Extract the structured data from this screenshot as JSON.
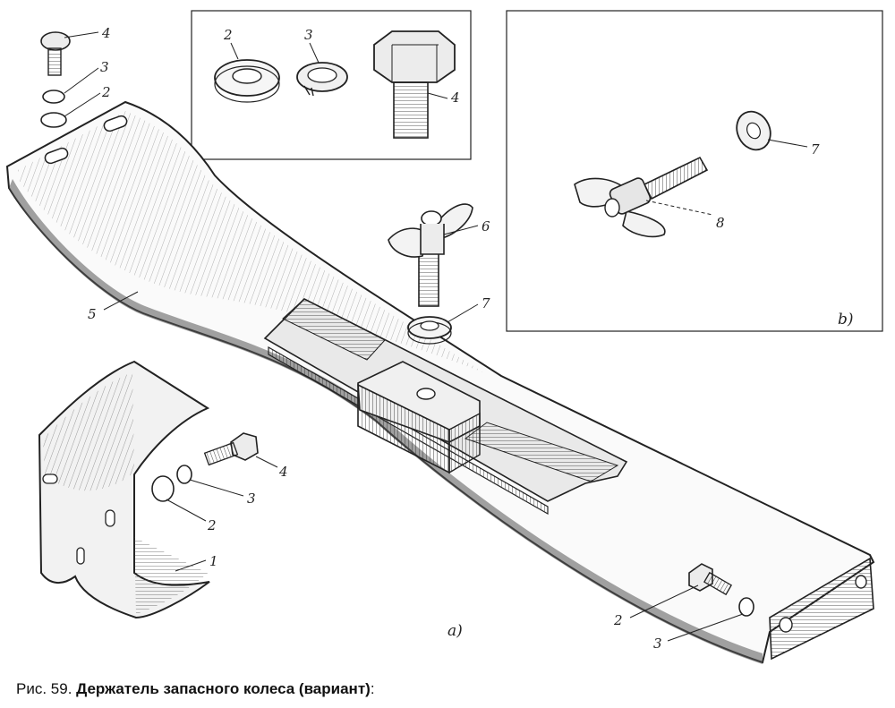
{
  "figure": {
    "view_a_label": "a)",
    "view_b_label": "b)",
    "labels": {
      "bracket": "1",
      "washer": "2",
      "lock_washer": "3",
      "bolt": "4",
      "holder": "5",
      "wing_bolt": "6",
      "flat_washer": "7",
      "wing_bolt_alt": "8"
    }
  },
  "caption": {
    "prefix": "Рис. 59.",
    "title": "Держатель запасного колеса (вариант)",
    "suffix": ":"
  }
}
